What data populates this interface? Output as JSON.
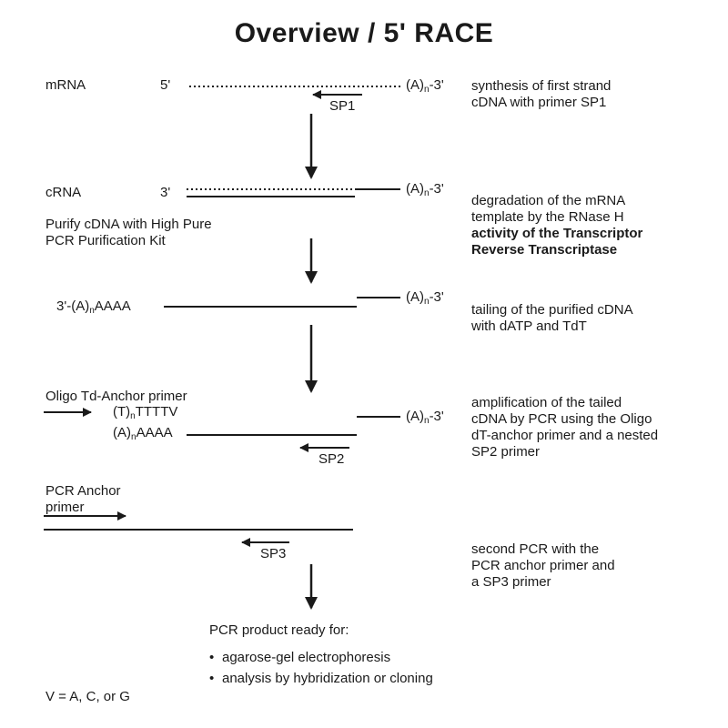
{
  "title": "Overview / 5' RACE",
  "step1": {
    "label": "mRNA",
    "end_5": "5'",
    "polyA_pre": "(A)",
    "polyA_sub": "n",
    "polyA_post": "-3'",
    "primer": "SP1",
    "desc": [
      "synthesis of first strand",
      "cDNA with primer SP1"
    ]
  },
  "step2": {
    "label": "cRNA",
    "end_3": "3'",
    "polyA_pre": "(A)",
    "polyA_sub": "n",
    "polyA_post": "-3'",
    "note": [
      "Purify cDNA with High Pure",
      "PCR Purification Kit"
    ],
    "desc": [
      "degradation of the mRNA",
      "template by the RNase H",
      "activity of the Transcriptor",
      "Reverse Transcriptase"
    ]
  },
  "step3": {
    "tail_pre": "3'-(A)",
    "tail_sub": "n",
    "tail_post": "AAAA",
    "polyA_pre": "(A)",
    "polyA_sub": "n",
    "polyA_post": "-3'",
    "desc": [
      "tailing of the purified cDNA",
      "with dATP and TdT"
    ]
  },
  "step4": {
    "primer_label": "Oligo Td-Anchor primer",
    "oligo_pre": "(T)",
    "oligo_sub": "n",
    "oligo_post": "TTTTV",
    "tail_pre": "(A)",
    "tail_sub": "n",
    "tail_post": "AAAA",
    "polyA_pre": "(A)",
    "polyA_sub": "n",
    "polyA_post": "-3'",
    "primer": "SP2",
    "desc": [
      "amplification of the tailed",
      "cDNA by PCR using the Oligo",
      "dT-anchor primer and a nested",
      "SP2 primer"
    ]
  },
  "step5": {
    "primer_label": [
      "PCR Anchor",
      "primer"
    ],
    "primer": "SP3",
    "desc": [
      "second PCR with the",
      "PCR anchor primer and",
      "a SP3 primer"
    ]
  },
  "product": {
    "heading": "PCR product ready for:",
    "bullets": [
      "agarose-gel electrophoresis",
      "analysis by hybridization or cloning"
    ],
    "bullet_char": "•"
  },
  "footnote": "V = A, C, or G"
}
